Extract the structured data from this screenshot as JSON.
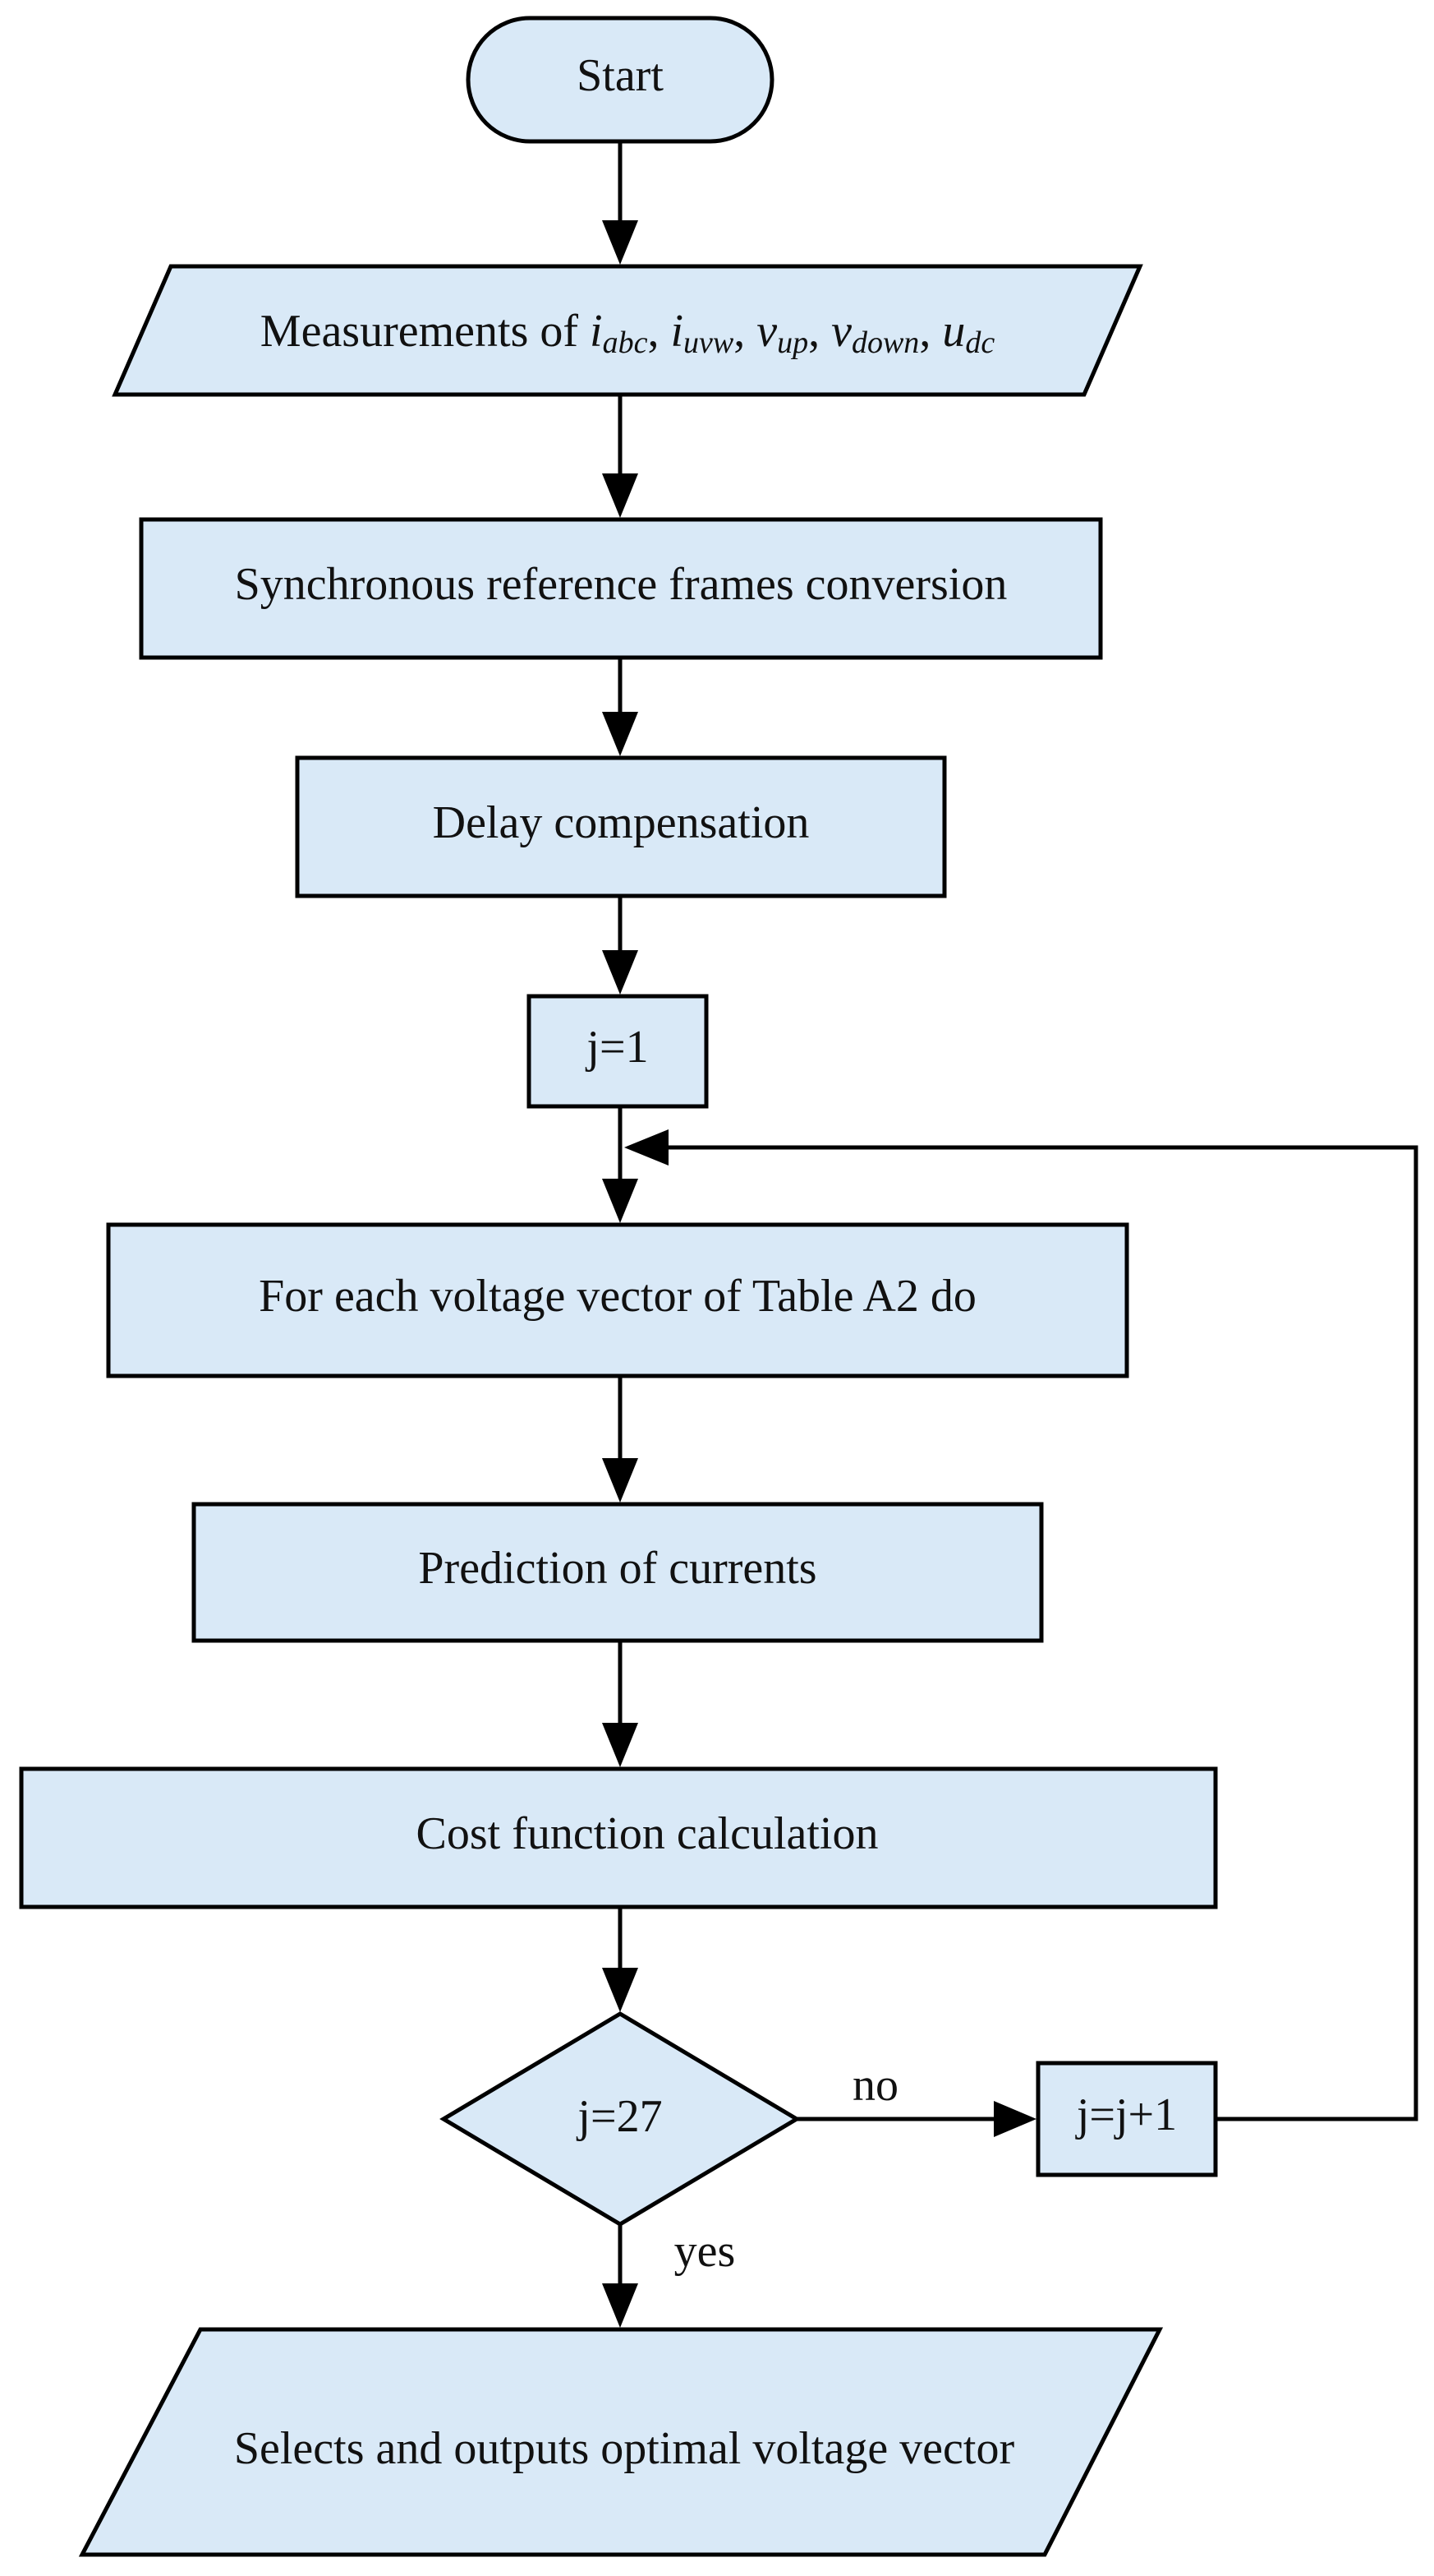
{
  "flowchart": {
    "start": "Start",
    "measurements": {
      "prefix": "Measurements of ",
      "vars": [
        {
          "symbol": "i",
          "sub": "abc"
        },
        {
          "symbol": "i",
          "sub": "uvw"
        },
        {
          "symbol": "v",
          "sub": "up"
        },
        {
          "symbol": "v",
          "sub": "down"
        },
        {
          "symbol": "u",
          "sub": "dc"
        }
      ],
      "separator": ", "
    },
    "sync_conversion": "Synchronous reference frames conversion",
    "delay_compensation": "Delay compensation",
    "init_j": "j=1",
    "for_each": "For each voltage vector of Table A2  do",
    "prediction": "Prediction of currents",
    "cost_function": "Cost function calculation",
    "decision": "j=27",
    "no_label": "no",
    "yes_label": "yes",
    "increment": "j=j+1",
    "output": "Selects and outputs optimal voltage vector"
  },
  "colors": {
    "shape_fill": "#d9e9f7",
    "stroke": "#000000"
  }
}
